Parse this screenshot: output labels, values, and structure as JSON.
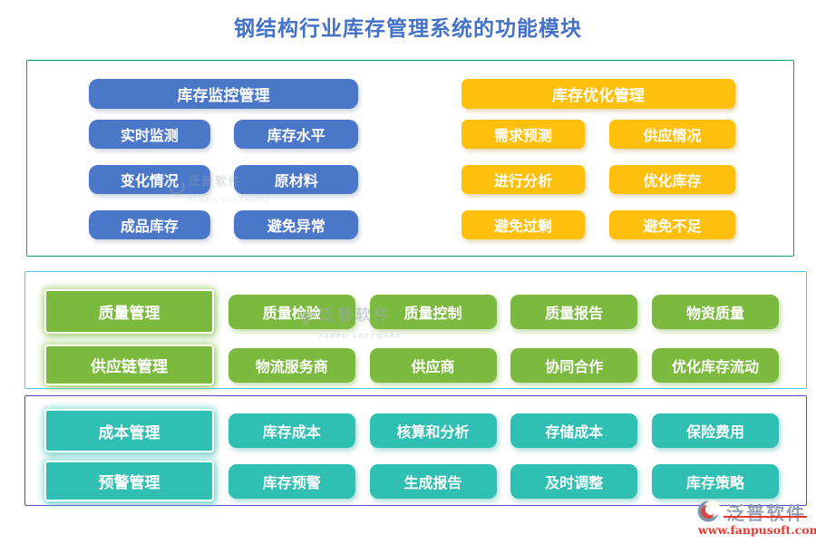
{
  "title": "钢结构行业库存管理系统的功能模块",
  "section1": {
    "monitor": {
      "header": "库存监控管理",
      "items": [
        "实时监测",
        "库存水平",
        "变化情况",
        "原材料",
        "成品库存",
        "避免异常"
      ]
    },
    "optimize": {
      "header": "库存优化管理",
      "items": [
        "需求预测",
        "供应情况",
        "进行分析",
        "优化库存",
        "避免过剩",
        "避免不足"
      ]
    }
  },
  "section2": {
    "quality": {
      "header": "质量管理",
      "items": [
        "质量检验",
        "质量控制",
        "质量报告",
        "物资质量"
      ]
    },
    "supply": {
      "header": "供应链管理",
      "items": [
        "物流服务商",
        "供应商",
        "协同合作",
        "优化库存流动"
      ]
    }
  },
  "section3": {
    "cost": {
      "header": "成本管理",
      "items": [
        "库存成本",
        "核算和分析",
        "存储成本",
        "保险费用"
      ]
    },
    "warning": {
      "header": "预警管理",
      "items": [
        "库存预警",
        "生成报告",
        "及时调整",
        "库存策略"
      ]
    }
  },
  "watermarks": {
    "small": {
      "text": "泛普软件",
      "subtext": "FANPU SOFTWARE"
    },
    "middle": {
      "text": "泛普软件",
      "subtext": "FANPU SOFTWARE"
    }
  },
  "logo": {
    "name": "泛普软件",
    "url": "www.fanpusoft.com"
  },
  "colors": {
    "title": "#4472C8",
    "blue_button": "#4B77C9",
    "yellow_button": "#FFC00D",
    "green_button": "#7CBA3F",
    "teal_button": "#2FBFB3",
    "section1_border": "#00A651",
    "section2_border": "#4EC2F7",
    "section3_border": "#5843C9",
    "logo_text": "#96A3B7",
    "logo_accent": "#E23A30"
  }
}
